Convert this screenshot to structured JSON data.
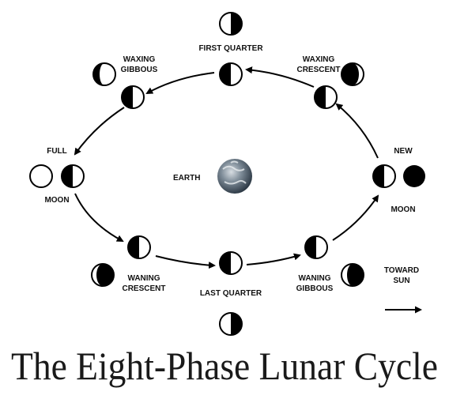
{
  "title": "The Eight-Phase Lunar Cycle",
  "earth_label": "EARTH",
  "toward_sun_line1": "TOWARD",
  "toward_sun_line2": "SUN",
  "phases": [
    {
      "key": "first_quarter",
      "label_lines": [
        "FIRST QUARTER"
      ]
    },
    {
      "key": "waxing_crescent",
      "label_lines": [
        "WAXING",
        "CRESCENT"
      ]
    },
    {
      "key": "new_moon",
      "label_lines": [
        "NEW",
        "MOON"
      ]
    },
    {
      "key": "waning_gibbous",
      "label_lines": [
        "WANING",
        "GIBBOUS"
      ]
    },
    {
      "key": "last_quarter",
      "label_lines": [
        "LAST QUARTER"
      ]
    },
    {
      "key": "waning_crescent",
      "label_lines": [
        "WANING",
        "CRESCENT"
      ]
    },
    {
      "key": "full_moon",
      "label_lines": [
        "FULL",
        "MOON"
      ]
    },
    {
      "key": "waxing_gibbous",
      "label_lines": [
        "WAXING",
        "GIBBOUS"
      ]
    }
  ],
  "colors": {
    "ink": "#000000",
    "paper": "#ffffff",
    "earth": "#4a5a6a"
  }
}
